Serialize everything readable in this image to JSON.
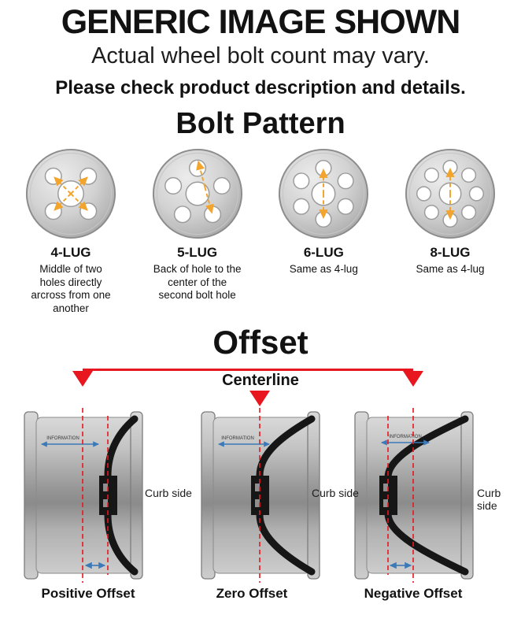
{
  "header": {
    "title": "GENERIC IMAGE SHOWN",
    "subtitle": "Actual wheel bolt count may vary.",
    "note": "Please check product description and details."
  },
  "bolt_pattern": {
    "heading": "Bolt Pattern",
    "items": [
      {
        "label": "4-LUG",
        "description": "Middle of two holes directly arcross from one another"
      },
      {
        "label": "5-LUG",
        "description": "Back of hole to the center of the second bolt hole"
      },
      {
        "label": "6-LUG",
        "description": "Same as 4-lug"
      },
      {
        "label": "8-LUG",
        "description": "Same as 4-lug"
      }
    ]
  },
  "offset": {
    "heading": "Offset",
    "centerline_label": "Centerline",
    "curb_side_label": "Curb side",
    "wheel_text": "INFORMATION",
    "items": [
      {
        "label": "Positive Offset"
      },
      {
        "label": "Zero Offset"
      },
      {
        "label": "Negative Offset"
      }
    ]
  },
  "colors": {
    "accent_red": "#e8171f",
    "measure_orange": "#f2a42c",
    "dimension_blue": "#3b79b8",
    "text_black": "#121212"
  }
}
